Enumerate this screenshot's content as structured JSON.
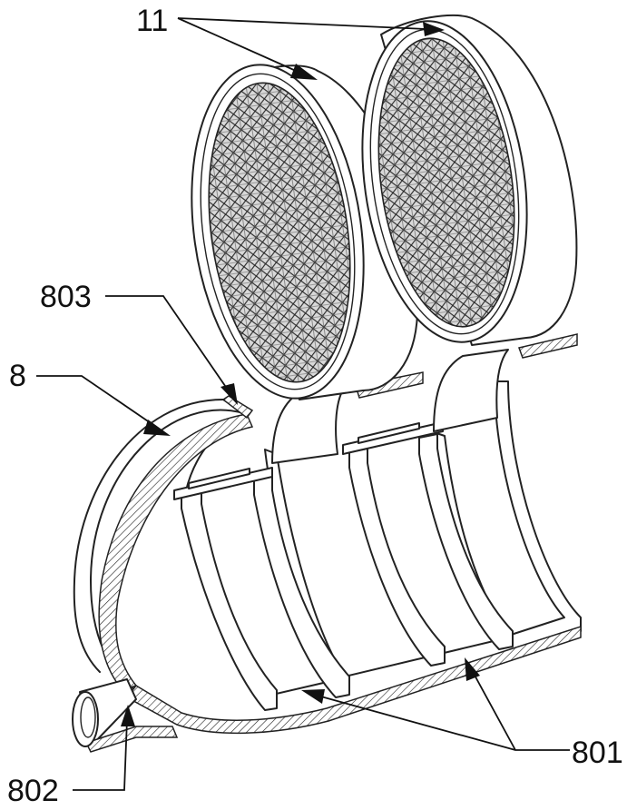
{
  "labels": {
    "filter_screens": "11",
    "side_pipe": "803",
    "housing": "8",
    "outlet_pipe": "802",
    "inner_shell": "801"
  }
}
